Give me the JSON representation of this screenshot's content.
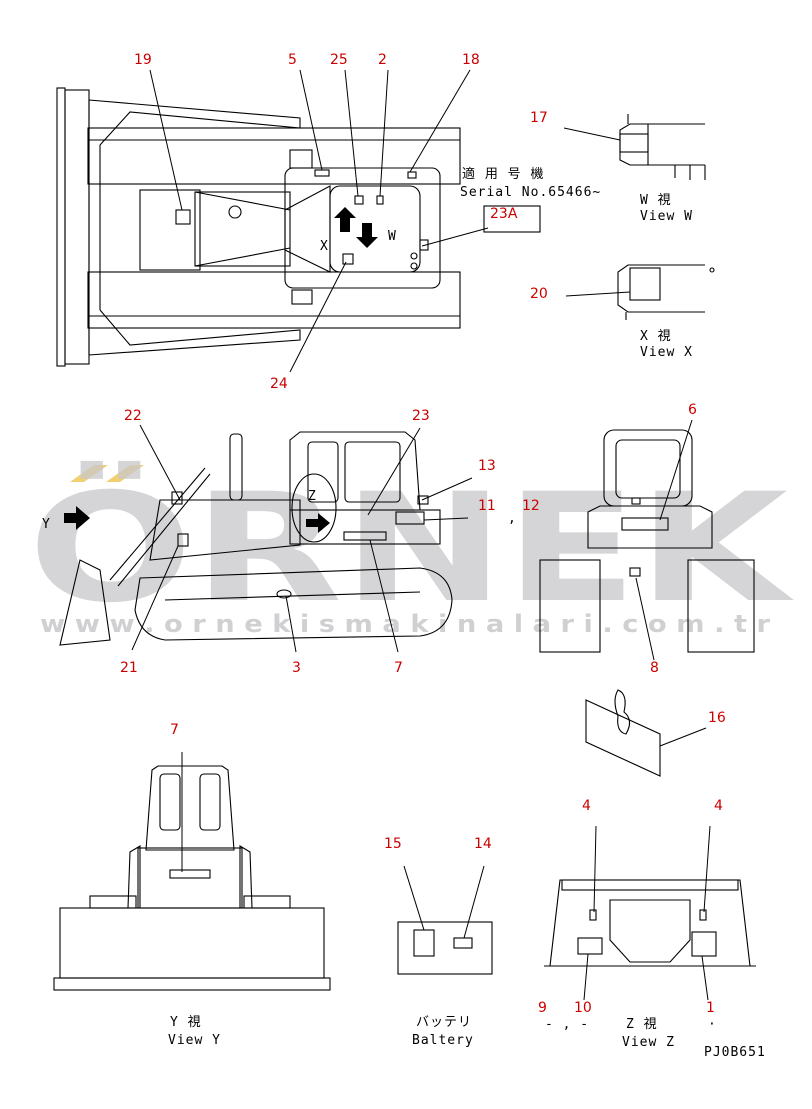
{
  "watermark": {
    "brand": "ÖRNEK",
    "url": "w w w . o r n e k i s m a k i n a l a r i . c o m . t r",
    "color": "#c8c8cc",
    "accent": "#f0d070"
  },
  "colors": {
    "callout": "#cc0000",
    "line": "#000000"
  },
  "texts": {
    "serial_jp": "適 用 号 機",
    "serial": "Serial No.65466~",
    "w_jp": "W  視",
    "w_en": "View W",
    "x_jp": "X  視",
    "x_en": "View X",
    "y_jp": "Y  視",
    "y_en": "View Y",
    "battery_jp": "バッテリ",
    "battery_en": "Baltery",
    "z_jp": "Z  視",
    "z_en": "View Z",
    "z_marks": "- , -",
    "z_dot": "·",
    "code": "PJ0B651",
    "comma": ",",
    "letter_x": "X",
    "letter_w": "W",
    "letter_y": "Y",
    "letter_z": "Z"
  },
  "callouts": {
    "c19": "19",
    "c5": "5",
    "c25": "25",
    "c2": "2",
    "c18": "18",
    "c17": "17",
    "c23a": "23A",
    "c20": "20",
    "c24": "24",
    "c22": "22",
    "c23": "23",
    "c13": "13",
    "c11": "11",
    "c12": "12",
    "c6": "6",
    "c21": "21",
    "c3": "3",
    "c7a": "7",
    "c8": "8",
    "c16": "16",
    "c7b": "7",
    "c15": "15",
    "c14": "14",
    "c4a": "4",
    "c4b": "4",
    "c9": "9",
    "c10": "10",
    "c1": "1"
  }
}
